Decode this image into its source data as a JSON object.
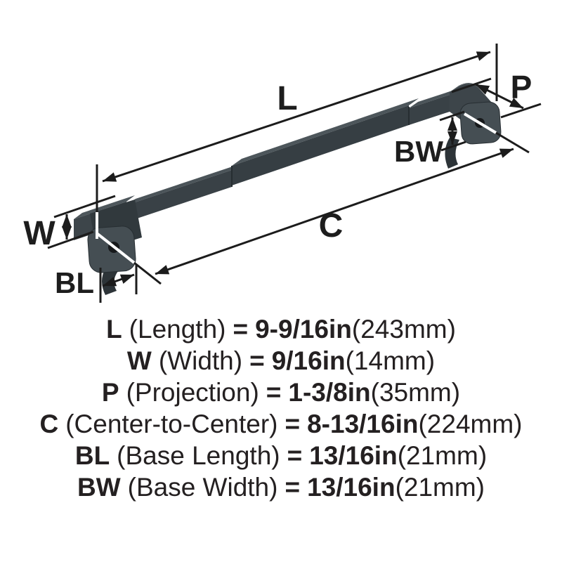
{
  "figure": {
    "dim_labels": {
      "L": "L",
      "P": "P",
      "BW": "BW",
      "C": "C",
      "W": "W",
      "BL": "BL"
    },
    "colors": {
      "handle_front": "#363e43",
      "handle_top": "#4d565b",
      "handle_cap": "#3d454a",
      "base_plate": "#454e53",
      "screw_hole": "#17191b",
      "dimension_line": "#1c1c1c",
      "tick_highlight": "#ffffff",
      "background": "#ffffff"
    }
  },
  "spec_equals": "=",
  "specs": [
    {
      "code": "L",
      "name": "(Length)",
      "imperial": "9-9/16in",
      "metric": "(243mm)"
    },
    {
      "code": "W",
      "name": "(Width)",
      "imperial": "9/16in",
      "metric": "(14mm)"
    },
    {
      "code": "P",
      "name": "(Projection)",
      "imperial": "1-3/8in",
      "metric": "(35mm)"
    },
    {
      "code": "C",
      "name": "(Center-to-Center)",
      "imperial": "8-13/16in",
      "metric": "(224mm)"
    },
    {
      "code": "BL",
      "name": "(Base Length)",
      "imperial": "13/16in",
      "metric": "(21mm)"
    },
    {
      "code": "BW",
      "name": "(Base Width)",
      "imperial": "13/16in",
      "metric": "(21mm)"
    }
  ]
}
